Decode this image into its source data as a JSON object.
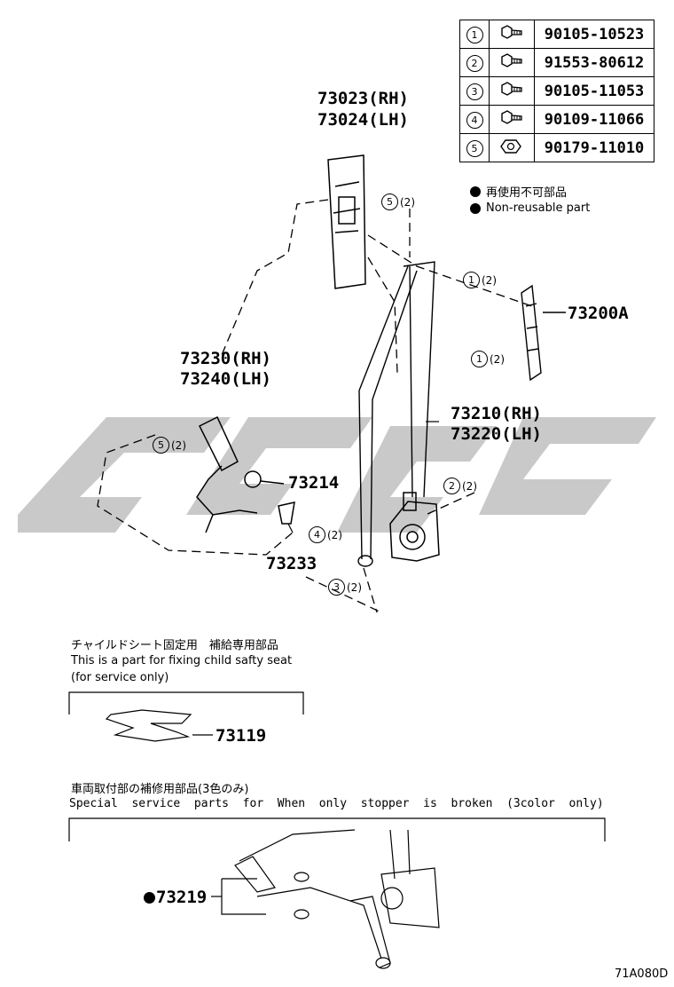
{
  "fasteners": [
    {
      "num": "1",
      "icon": "bolt-icon",
      "part": "90105-10523"
    },
    {
      "num": "2",
      "icon": "bolt-icon",
      "part": "91553-80612"
    },
    {
      "num": "3",
      "icon": "bolt-icon",
      "part": "90105-11053"
    },
    {
      "num": "4",
      "icon": "bolt-icon",
      "part": "90109-11066"
    },
    {
      "num": "5",
      "icon": "nut-icon",
      "part": "90179-11010"
    }
  ],
  "legend": {
    "jp": "再使用不可部品",
    "en": "Non-reusable part"
  },
  "labels": {
    "p73023": "73023(RH)",
    "p73024": "73024(LH)",
    "p73200A": "73200A",
    "p73230": "73230(RH)",
    "p73240": "73240(LH)",
    "p73210": "73210(RH)",
    "p73220": "73220(LH)",
    "p73214": "73214",
    "p73233": "73233",
    "p73119": "73119",
    "p73219": "73219"
  },
  "callouts": {
    "c5a": {
      "num": "5",
      "qty": "(2)"
    },
    "c1a": {
      "num": "1",
      "qty": "(2)"
    },
    "c1b": {
      "num": "1",
      "qty": "(2)"
    },
    "c5b": {
      "num": "5",
      "qty": "(2)"
    },
    "c2a": {
      "num": "2",
      "qty": "(2)"
    },
    "c4a": {
      "num": "4",
      "qty": "(2)"
    },
    "c3a": {
      "num": "3",
      "qty": "(2)"
    }
  },
  "child_seat": {
    "jp": "チャイルドシート固定用　補給専用部品",
    "en1": "This is a part for fixing child safty seat",
    "en2": "(for service only)"
  },
  "special": {
    "jp": "車両取付部の補修用部品(3色のみ)",
    "en": "Special  service  parts  for  When  only  stopper  is  broken  (3color  only)"
  },
  "figure_code": "71A080D"
}
